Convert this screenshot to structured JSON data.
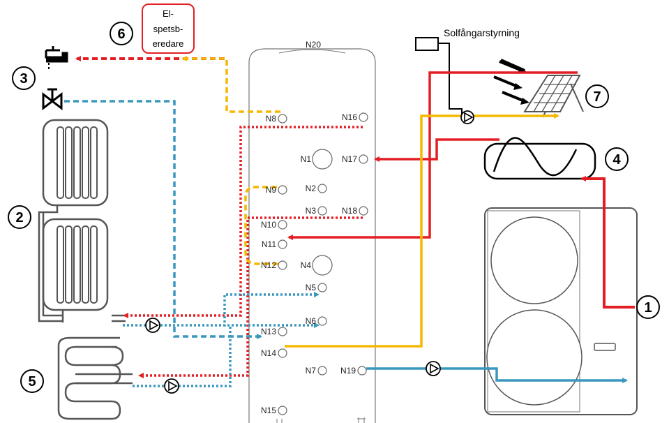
{
  "title_solar": "Solfångarstyrning",
  "booster_lines": [
    "El-",
    "spetsb-",
    "eredare"
  ],
  "top_label": "N20",
  "ports": {
    "n1": "N1",
    "n2": "N2",
    "n3": "N3",
    "n4": "N4",
    "n5": "N5",
    "n6": "N6",
    "n7": "N7",
    "n8": "N8",
    "n9": "N9",
    "n10": "N10",
    "n11": "N11",
    "n12": "N12",
    "n13": "N13",
    "n14": "N14",
    "n15": "N15",
    "n16": "N16",
    "n17": "N17",
    "n18": "N18",
    "n19": "N19"
  },
  "markers": {
    "m1": "1",
    "m2": "2",
    "m3": "3",
    "m4": "4",
    "m5": "5",
    "m6": "6",
    "m7": "7"
  },
  "colors": {
    "red": "#e31e24",
    "yellow": "#f5b800",
    "blue": "#3a97bd"
  },
  "icons": [
    "tap-icon",
    "valve-icon",
    "radiator-icon",
    "floor-heating-icon",
    "pump-icon",
    "solar-panel-icon",
    "heat-exchanger-icon",
    "heat-pump-icon",
    "booster-heater-icon"
  ]
}
